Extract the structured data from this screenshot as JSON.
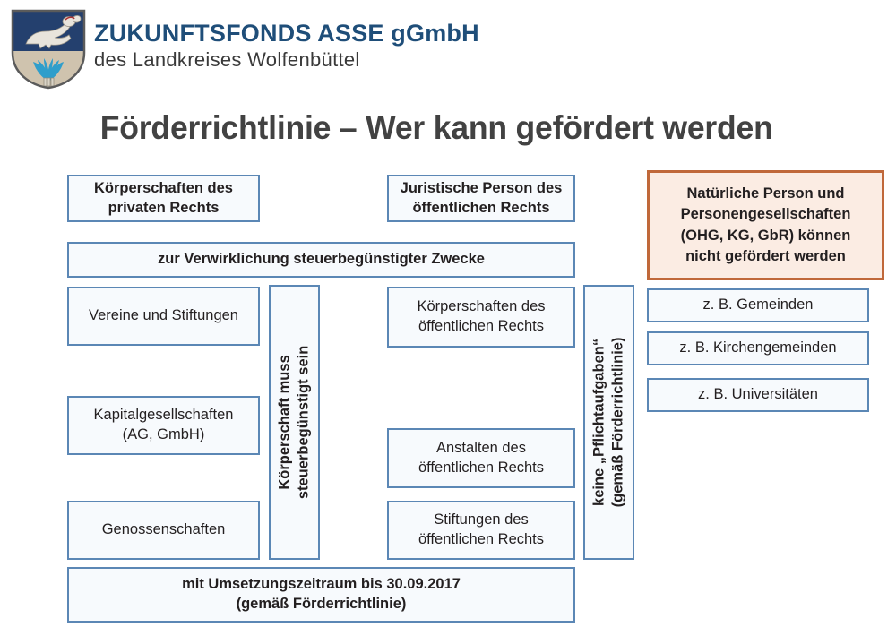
{
  "header": {
    "logo_alt": "Wappen Landkreis Wolfenbüttel",
    "org_name": "ZUKUNFTSFONDS ASSE gGmbH",
    "org_subtitle": "des Landkreises Wolfenbüttel",
    "brand_color": "#1f4e79"
  },
  "page_title": "Förderrichtlinie – Wer kann gefördert werden",
  "colors": {
    "box_border": "#5b87b5",
    "box_fill": "#f7fafd",
    "warning_border": "#c0683a",
    "warning_fill": "#fbece3",
    "title": "#424242"
  },
  "diagram": {
    "column_private": {
      "heading": "Körperschaften des\nprivaten Rechts",
      "heading_l1": "Körperschaften des",
      "heading_l2": "privaten Rechts",
      "purpose": "zur Verwirklichung steuerbegünstigter Zwecke",
      "items": [
        "Vereine und Stiftungen",
        "Kapitalgesellschaften\n(AG, GmbH)",
        "Genossenschaften"
      ],
      "item1": "Vereine und Stiftungen",
      "item2_l1": "Kapitalgesellschaften",
      "item2_l2": "(AG, GmbH)",
      "item3": "Genossenschaften",
      "condition_l1": "Körperschaft muss",
      "condition_l2": "steuerbegünstigt sein"
    },
    "column_public": {
      "heading_l1": "Juristische Person des",
      "heading_l2": "öffentlichen Rechts",
      "item1_l1": "Körperschaften des",
      "item1_l2": "öffentlichen Rechts",
      "item2_l1": "Anstalten des",
      "item2_l2": "öffentlichen Rechts",
      "item3_l1": "Stiftungen des",
      "item3_l2": "öffentlichen Rechts",
      "condition_l1": "keine „Pflichtaufgaben“",
      "condition_l2": "(gemäß Förderrichtlinie)"
    },
    "examples": [
      "z. B. Gemeinden",
      "z. B. Kirchengemeinden",
      "z. B. Universitäten"
    ],
    "example1": "z. B. Gemeinden",
    "example2": "z. B. Kirchengemeinden",
    "example3": "z. B. Universitäten",
    "exclusion": {
      "line1": "Natürliche Person und",
      "line2": "Personengesellschaften",
      "line3": "(OHG, KG, GbR) können",
      "line4_emphasis": "nicht",
      "line4_rest": " gefördert werden"
    },
    "footer": {
      "line1": "mit Umsetzungszeitraum bis 30.09.2017",
      "line2": "(gemäß Förderrichtlinie)"
    }
  }
}
